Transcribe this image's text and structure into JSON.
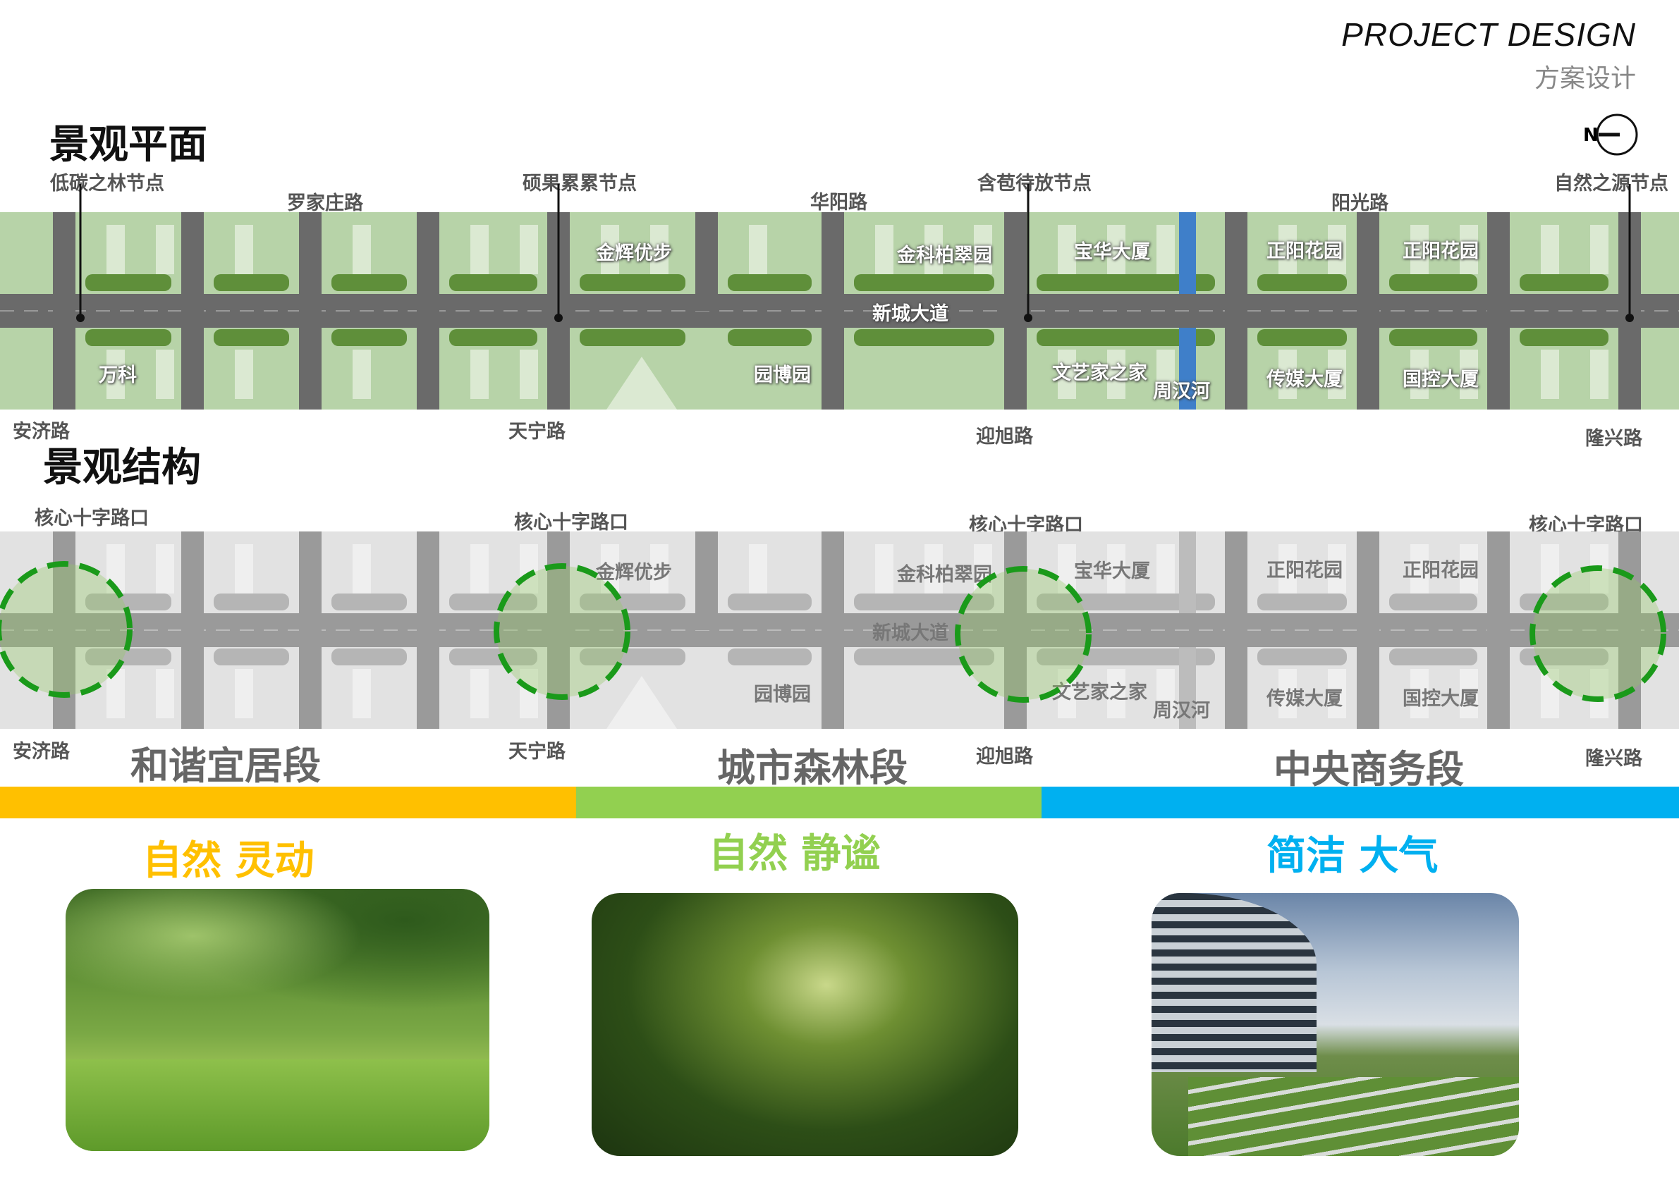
{
  "header": {
    "title_en": "PROJECT DESIGN",
    "title_cn": "方案设计"
  },
  "plan": {
    "title": "景观平面",
    "nodes": [
      "低碳之林节点",
      "硕果累累节点",
      "含苞待放节点",
      "自然之源节点"
    ],
    "top_roads": [
      "罗家庄路",
      "华阳路",
      "阳光路"
    ],
    "bottom_roads": [
      "安济路",
      "天宁路",
      "迎旭路",
      "隆兴路"
    ],
    "places": [
      "金辉优步",
      "金科柏翠园",
      "宝华大厦",
      "正阳花园",
      "正阳花园",
      "新城大道",
      "万科",
      "园博园",
      "文艺家之家",
      "周汉河",
      "传媒大厦",
      "国控大厦"
    ],
    "compass_letter": "N"
  },
  "structure": {
    "title": "景观结构",
    "nodes": [
      "核心十字路口",
      "核心十字路口",
      "核心十字路口",
      "核心十字路口"
    ],
    "places": [
      "金辉优步",
      "金科柏翠园",
      "宝华大厦",
      "正阳花园",
      "正阳花园",
      "新城大道",
      "园博园",
      "文艺家之家",
      "周汉河",
      "传媒大厦",
      "国控大厦"
    ],
    "bottom_roads": [
      "安济路",
      "天宁路",
      "迎旭路",
      "隆兴路"
    ],
    "segments": [
      "和谐宜居段",
      "城市森林段",
      "中央商务段"
    ]
  },
  "themes": [
    {
      "label": "自然 灵动",
      "color": "#ffc000",
      "photo": "park-lawn-photo"
    },
    {
      "label": "自然 静谧",
      "color": "#92d050",
      "photo": "forest-photo"
    },
    {
      "label": "简洁 大气",
      "color": "#00b0f0",
      "photo": "modern-building-photo"
    }
  ]
}
